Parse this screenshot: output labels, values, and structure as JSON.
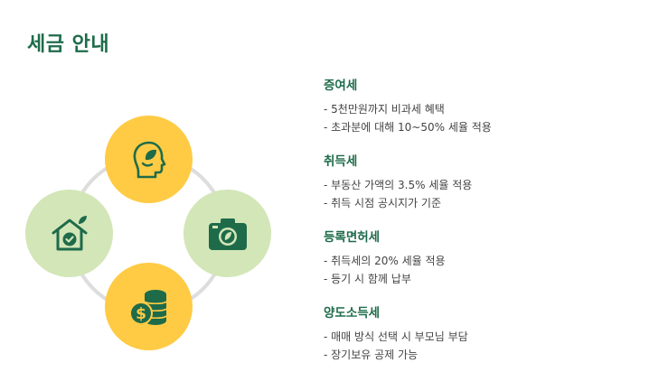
{
  "page": {
    "title": "세금 안내"
  },
  "colors": {
    "title": "#1e6b4a",
    "yellow": "#ffcb44",
    "light_green": "#d3e6b8",
    "icon_dark": "#1e6b4a",
    "ring": "#dddddd",
    "body_text": "#444444"
  },
  "diagram": {
    "nodes": [
      {
        "position": "top",
        "icon": "head-leaf-icon",
        "fill": "#ffcb44"
      },
      {
        "position": "left",
        "icon": "home-check-icon",
        "fill": "#d3e6b8"
      },
      {
        "position": "right",
        "icon": "camera-leaf-icon",
        "fill": "#d3e6b8"
      },
      {
        "position": "bottom",
        "icon": "coins-dollar-icon",
        "fill": "#ffcb44"
      }
    ]
  },
  "taxes": [
    {
      "title": "증여세",
      "lines": [
        "- 5천만원까지 비과세 혜택",
        "- 초과분에 대해 10~50% 세율 적용"
      ]
    },
    {
      "title": "취득세",
      "lines": [
        "- 부동산 가액의 3.5% 세율 적용",
        "- 취득 시점 공시지가 기준"
      ]
    },
    {
      "title": "등록면허세",
      "lines": [
        "- 취득세의 20% 세율 적용",
        "- 등기 시 함께 납부"
      ]
    },
    {
      "title": "양도소득세",
      "lines": [
        "- 매매 방식 선택 시 부모님 부담",
        "- 장기보유 공제 가능"
      ]
    }
  ]
}
